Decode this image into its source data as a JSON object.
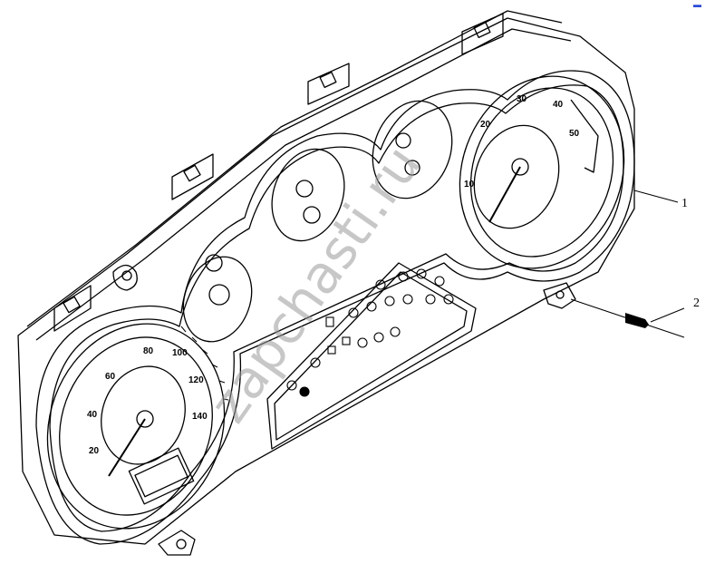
{
  "diagram": {
    "callouts": [
      {
        "id": "1",
        "label": "1"
      },
      {
        "id": "2",
        "label": "2"
      }
    ],
    "speedometer_numbers": [
      "20",
      "40",
      "60",
      "80",
      "100",
      "120",
      "140"
    ],
    "tachometer_numbers": [
      "10",
      "20",
      "30",
      "40",
      "50"
    ],
    "watermark": "zapchasti.ru",
    "colors": {
      "line": "#000000",
      "background": "#ffffff",
      "watermark": "#9a9a9a",
      "corner_mark": "#2a4bd6"
    }
  }
}
